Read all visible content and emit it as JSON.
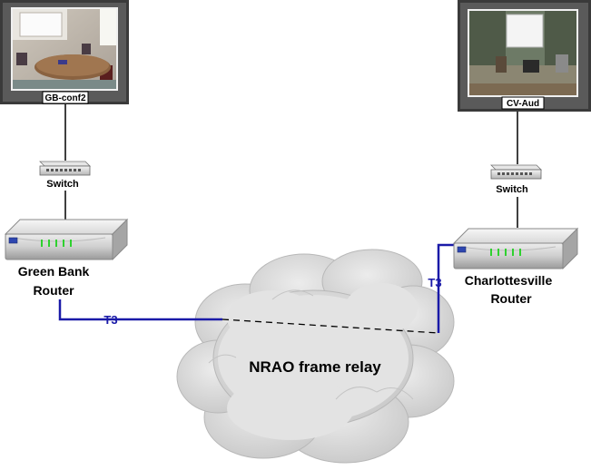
{
  "left_site": {
    "camera_label": "GB-conf2",
    "switch_label": "Switch",
    "router_label_line1": "Green Bank",
    "router_label_line2": "Router",
    "link_label": "T3"
  },
  "right_site": {
    "camera_label": "CV-Aud",
    "switch_label": "Switch",
    "router_label_line1": "Charlottesville",
    "router_label_line2": "Router",
    "link_label": "T3"
  },
  "cloud": {
    "label": "NRAO frame relay"
  },
  "colors": {
    "t3_link": "#1a1aa8",
    "led": "#2fd12f",
    "cloud_fill": "#d4d4d4",
    "frame": "#3a3a3a"
  }
}
